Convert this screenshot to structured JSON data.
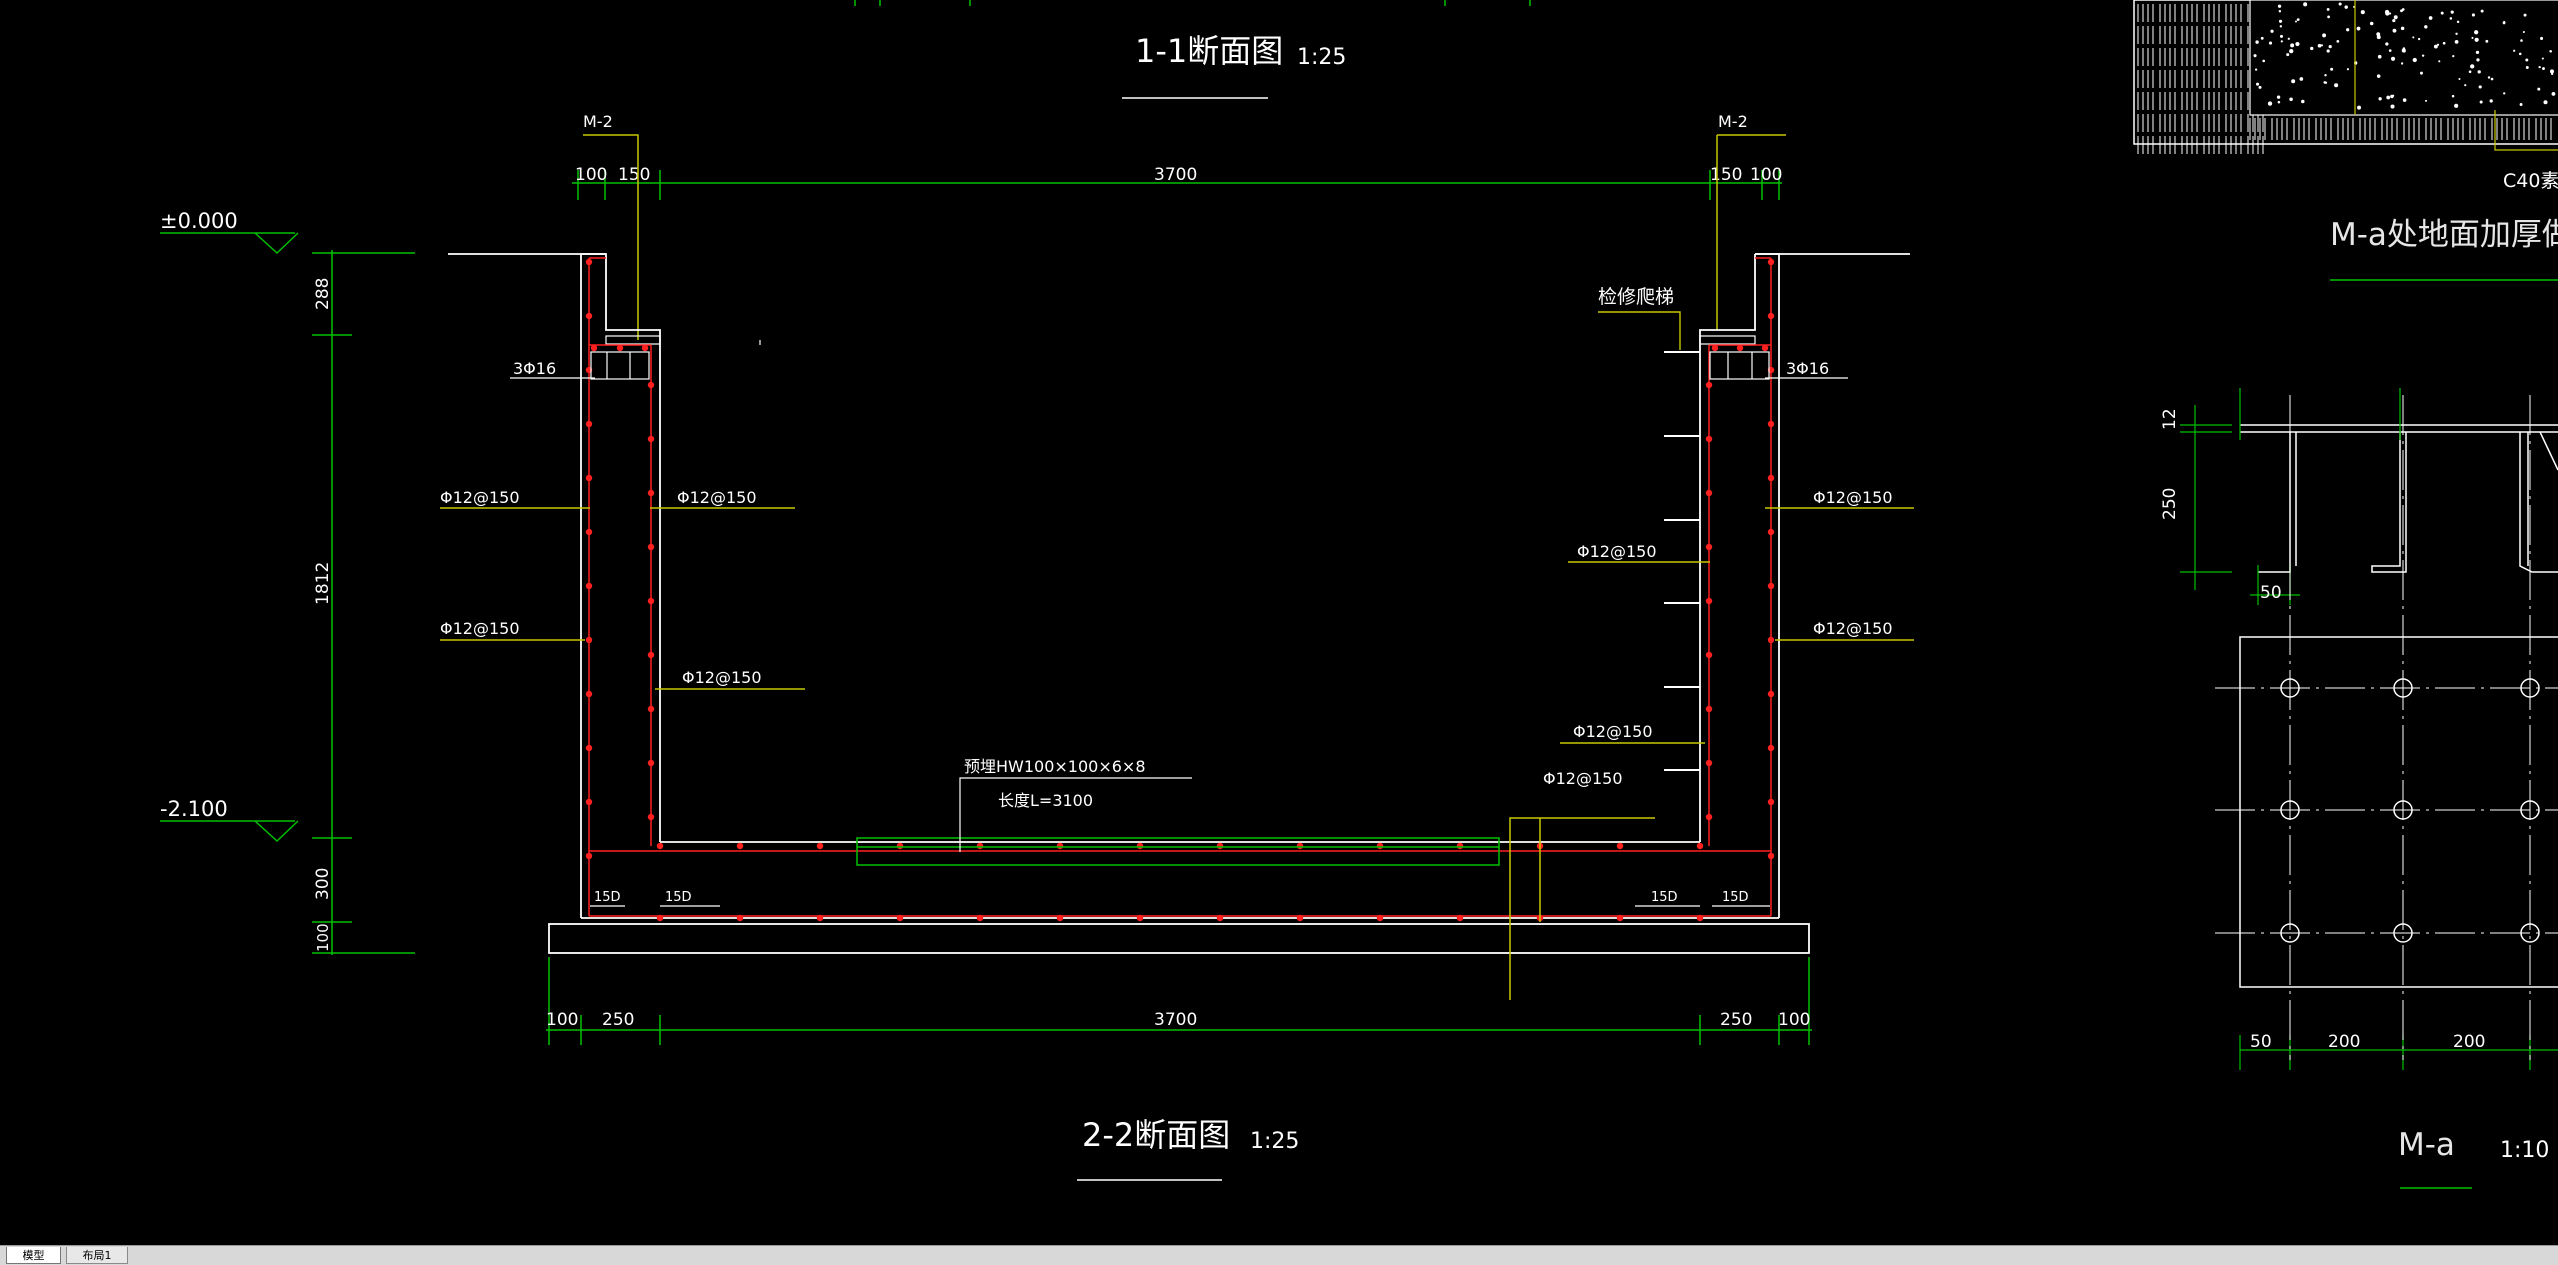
{
  "sections": {
    "s11": {
      "title": "1-1断面图",
      "scale": "1:25"
    },
    "s22": {
      "title": "2-2断面图",
      "scale": "1:25"
    },
    "ma_floor": {
      "title": "M-a处地面加厚做法"
    },
    "ma": {
      "title": "M-a",
      "scale": "1:10"
    }
  },
  "dims": {
    "top_left_100": "100",
    "top_left_150": "150",
    "top_3700": "3700",
    "top_right_150": "150",
    "top_right_100": "100",
    "bot_left_100": "100",
    "bot_left_250": "250",
    "bot_3700": "3700",
    "bot_right_250": "250",
    "bot_right_100": "100",
    "v_288": "288",
    "v_1812": "1812",
    "v_300": "300",
    "v_100": "100"
  },
  "elevations": {
    "top": "±0.000",
    "bottom": "-2.100"
  },
  "labels": {
    "m2_left": "M-2",
    "m2_right": "M-2",
    "ladder": "检修爬梯",
    "bar_3phi16_left": "3Φ16",
    "bar_3phi16_right": "3Φ16",
    "rebar_left_outer_1": "Φ12@150",
    "rebar_left_inner_1": "Φ12@150",
    "rebar_left_outer_2": "Φ12@150",
    "rebar_left_inner_2": "Φ12@150",
    "rebar_right_inner_1": "Φ12@150",
    "rebar_right_outer_1": "Φ12@150",
    "rebar_right_outer_2": "Φ12@150",
    "rebar_right_inner_2": "Φ12@150",
    "rebar_bottom_right": "Φ12@150",
    "embedded_steel": "预埋HW100×100×6×8",
    "length": "长度L=3100",
    "d15_1": "15D",
    "d15_2": "15D",
    "d15_3": "15D",
    "d15_4": "15D",
    "c40": "C40素"
  },
  "ma_dims": {
    "v12": "12",
    "v250": "250",
    "h50": "50",
    "b50": "50",
    "b200a": "200",
    "b200b": "200"
  },
  "tabs": [
    {
      "label": "模型",
      "active": true
    },
    {
      "label": "布局1",
      "active": false
    }
  ],
  "colors": {
    "background": "#000000",
    "dimension": "#00c000",
    "outline": "#ffffff",
    "rebar": "#ff2020",
    "leader": "#c8c800",
    "tabbar": "#d8d8d8"
  }
}
